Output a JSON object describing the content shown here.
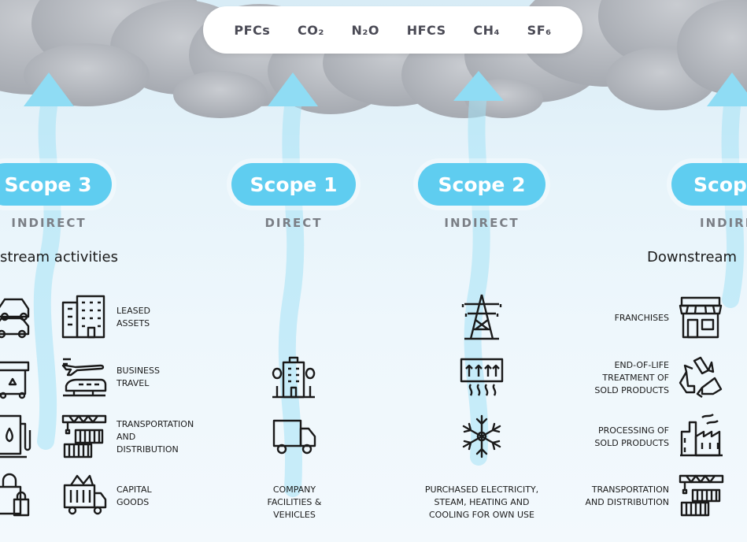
{
  "gases": [
    "PFCs",
    "CO₂",
    "N₂O",
    "HFCS",
    "CH₄",
    "SF₆"
  ],
  "scopes": {
    "scope3_left": {
      "label": "Scope 3",
      "type": "INDIRECT"
    },
    "scope1": {
      "label": "Scope 1",
      "type": "DIRECT"
    },
    "scope2": {
      "label": "Scope 2",
      "type": "INDIRECT"
    },
    "scope3_right": {
      "label": "Scop",
      "type": "INDIRE"
    }
  },
  "headings": {
    "upstream": "stream activities",
    "downstream": "Downstream"
  },
  "upstream_items": [
    {
      "label": "LEASED\nASSETS",
      "icon": "office-building-icon",
      "side_icon": "cars-icon"
    },
    {
      "label": "BUSINESS\nTRAVEL",
      "icon": "plane-train-icon",
      "side_icon": "waste-bin-icon"
    },
    {
      "label": "TRANSPORTATION\nAND\nDISTRIBUTION",
      "icon": "container-crane-icon",
      "side_icon": "fuel-pump-icon"
    },
    {
      "label": "CAPITAL\nGOODS",
      "icon": "delivery-truck-icon",
      "side_icon": "shopping-bag-icon"
    }
  ],
  "scope1_items": [
    {
      "icon": "company-building-icon"
    },
    {
      "icon": "truck-icon"
    }
  ],
  "scope1_label": "COMPANY\nFACILITIES &\nVEHICLES",
  "scope2_items": [
    {
      "icon": "power-pylon-icon"
    },
    {
      "icon": "heating-icon"
    },
    {
      "icon": "snowflake-icon"
    }
  ],
  "scope2_label": "PURCHASED ELECTRICITY,\nSTEAM, HEATING AND\nCOOLING FOR OWN USE",
  "downstream_items": [
    {
      "label": "FRANCHISES",
      "icon": "storefront-icon"
    },
    {
      "label": "END-OF-LIFE\nTREATMENT OF\nSOLD PRODUCTS",
      "icon": "recycle-icon"
    },
    {
      "label": "PROCESSING OF\nSOLD PRODUCTS",
      "icon": "factory-icon"
    },
    {
      "label": "TRANSPORTATION\nAND DISTRIBUTION",
      "icon": "container-crane-icon"
    }
  ],
  "colors": {
    "scope_pill": "#5fcdf0",
    "arrow": "#8fdcf4",
    "cloud": "#b9bcc2",
    "text_gray": "#7b7f86"
  }
}
